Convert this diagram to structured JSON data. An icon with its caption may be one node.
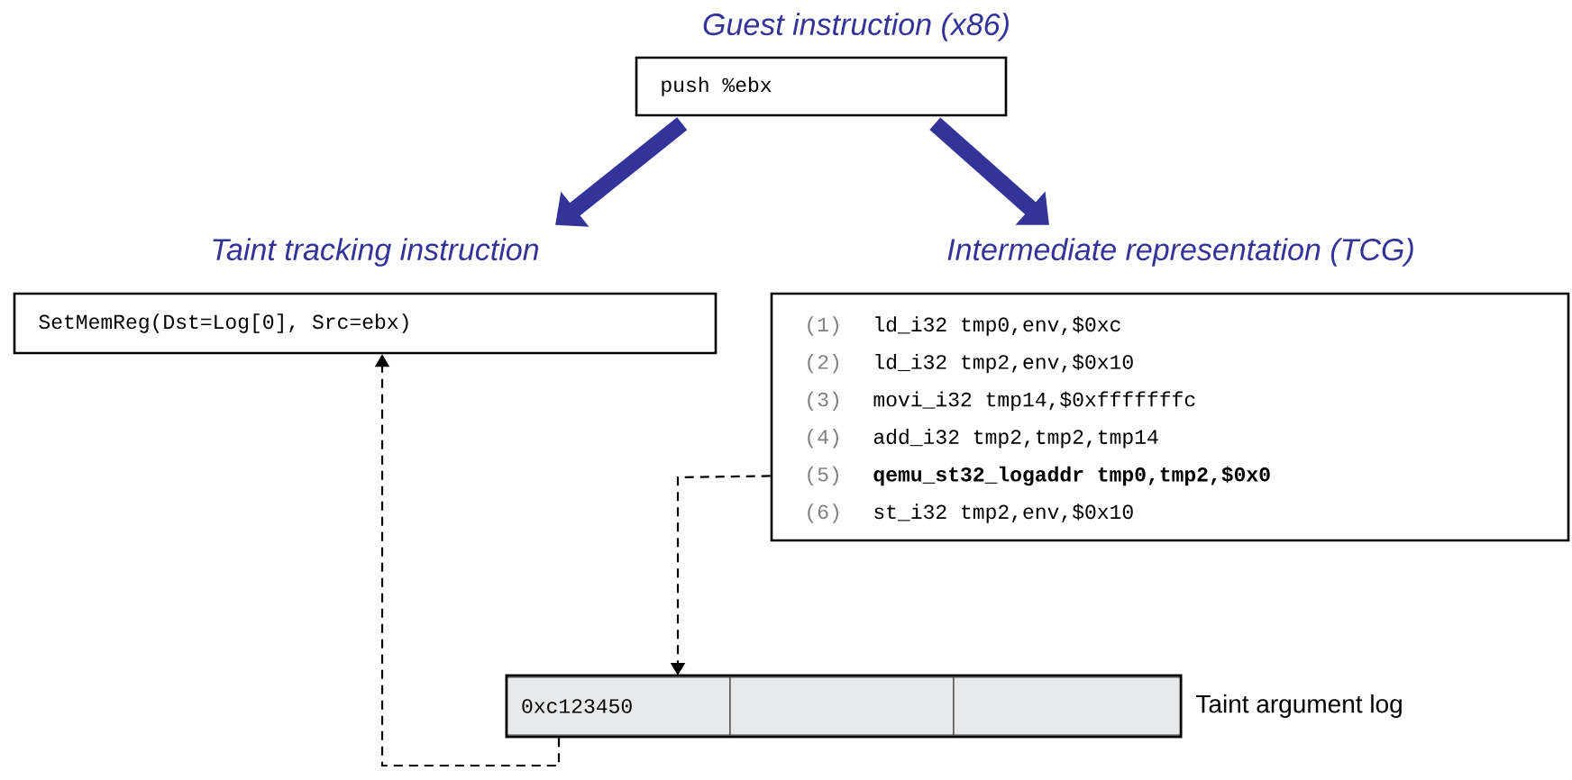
{
  "diagram": {
    "nodes": [
      {
        "text": [
          "Guest instruction (x86)",
          "push %ebx"
        ]
      },
      {
        "text": [
          "Taint tracking instruction",
          "SetMemReg(Dst=Log[0], Src=ebx)"
        ]
      },
      {
        "text": [
          "Intermediate representation (TCG)",
          "(1)",
          "ld_i32 tmp0,env,$0xc",
          "(2)",
          "ld_i32 tmp2,env,$0x10",
          "(3)",
          "movi_i32 tmp14,$0xfffffffc",
          "(4)",
          "add_i32 tmp2,tmp2,tmp14",
          "(5)",
          "qemu_st32_logaddr tmp0,tmp2,$0x0",
          "(6)",
          "st_i32 tmp2,env,$0x10"
        ]
      },
      {
        "text": [],
        "shape": "bar",
        "beside": [
          "Taint argument log"
        ]
      },
      {
        "text": [
          "0xc123450"
        ],
        "in": 3
      },
      {
        "text": [],
        "shape": "box",
        "in": 3
      },
      {
        "text": [],
        "shape": "box",
        "in": 3
      }
    ],
    "edges": [
      {
        "from": 0,
        "to": 1,
        "arrow": "to",
        "style": "thick",
        "color": "#333399"
      },
      {
        "from": 0,
        "to": 2,
        "arrow": "to",
        "style": "thick",
        "color": "#333399"
      },
      {
        "from": 2,
        "to": 4,
        "arrow": "to",
        "style": "dashed",
        "color": "#000000"
      },
      {
        "from": 4,
        "to": 1,
        "arrow": "to",
        "style": "dashed",
        "color": "#000000"
      }
    ]
  }
}
